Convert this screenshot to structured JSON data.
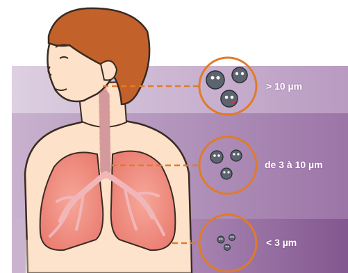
{
  "labels": {
    "large": "> 10 µm",
    "medium": "de 3 à 10 µm",
    "small": "< 3 µm"
  },
  "colors": {
    "band_light": "#cfb9d3",
    "band_mid": "#a985b2",
    "band_dark": "#8b5f98",
    "accent_orange": "#e07b2a",
    "lung_pink": "#f28f84",
    "airway": "#f1b6b8",
    "skin": "#fde1c8",
    "hair": "#c2622a",
    "particle": "#5d6470"
  }
}
